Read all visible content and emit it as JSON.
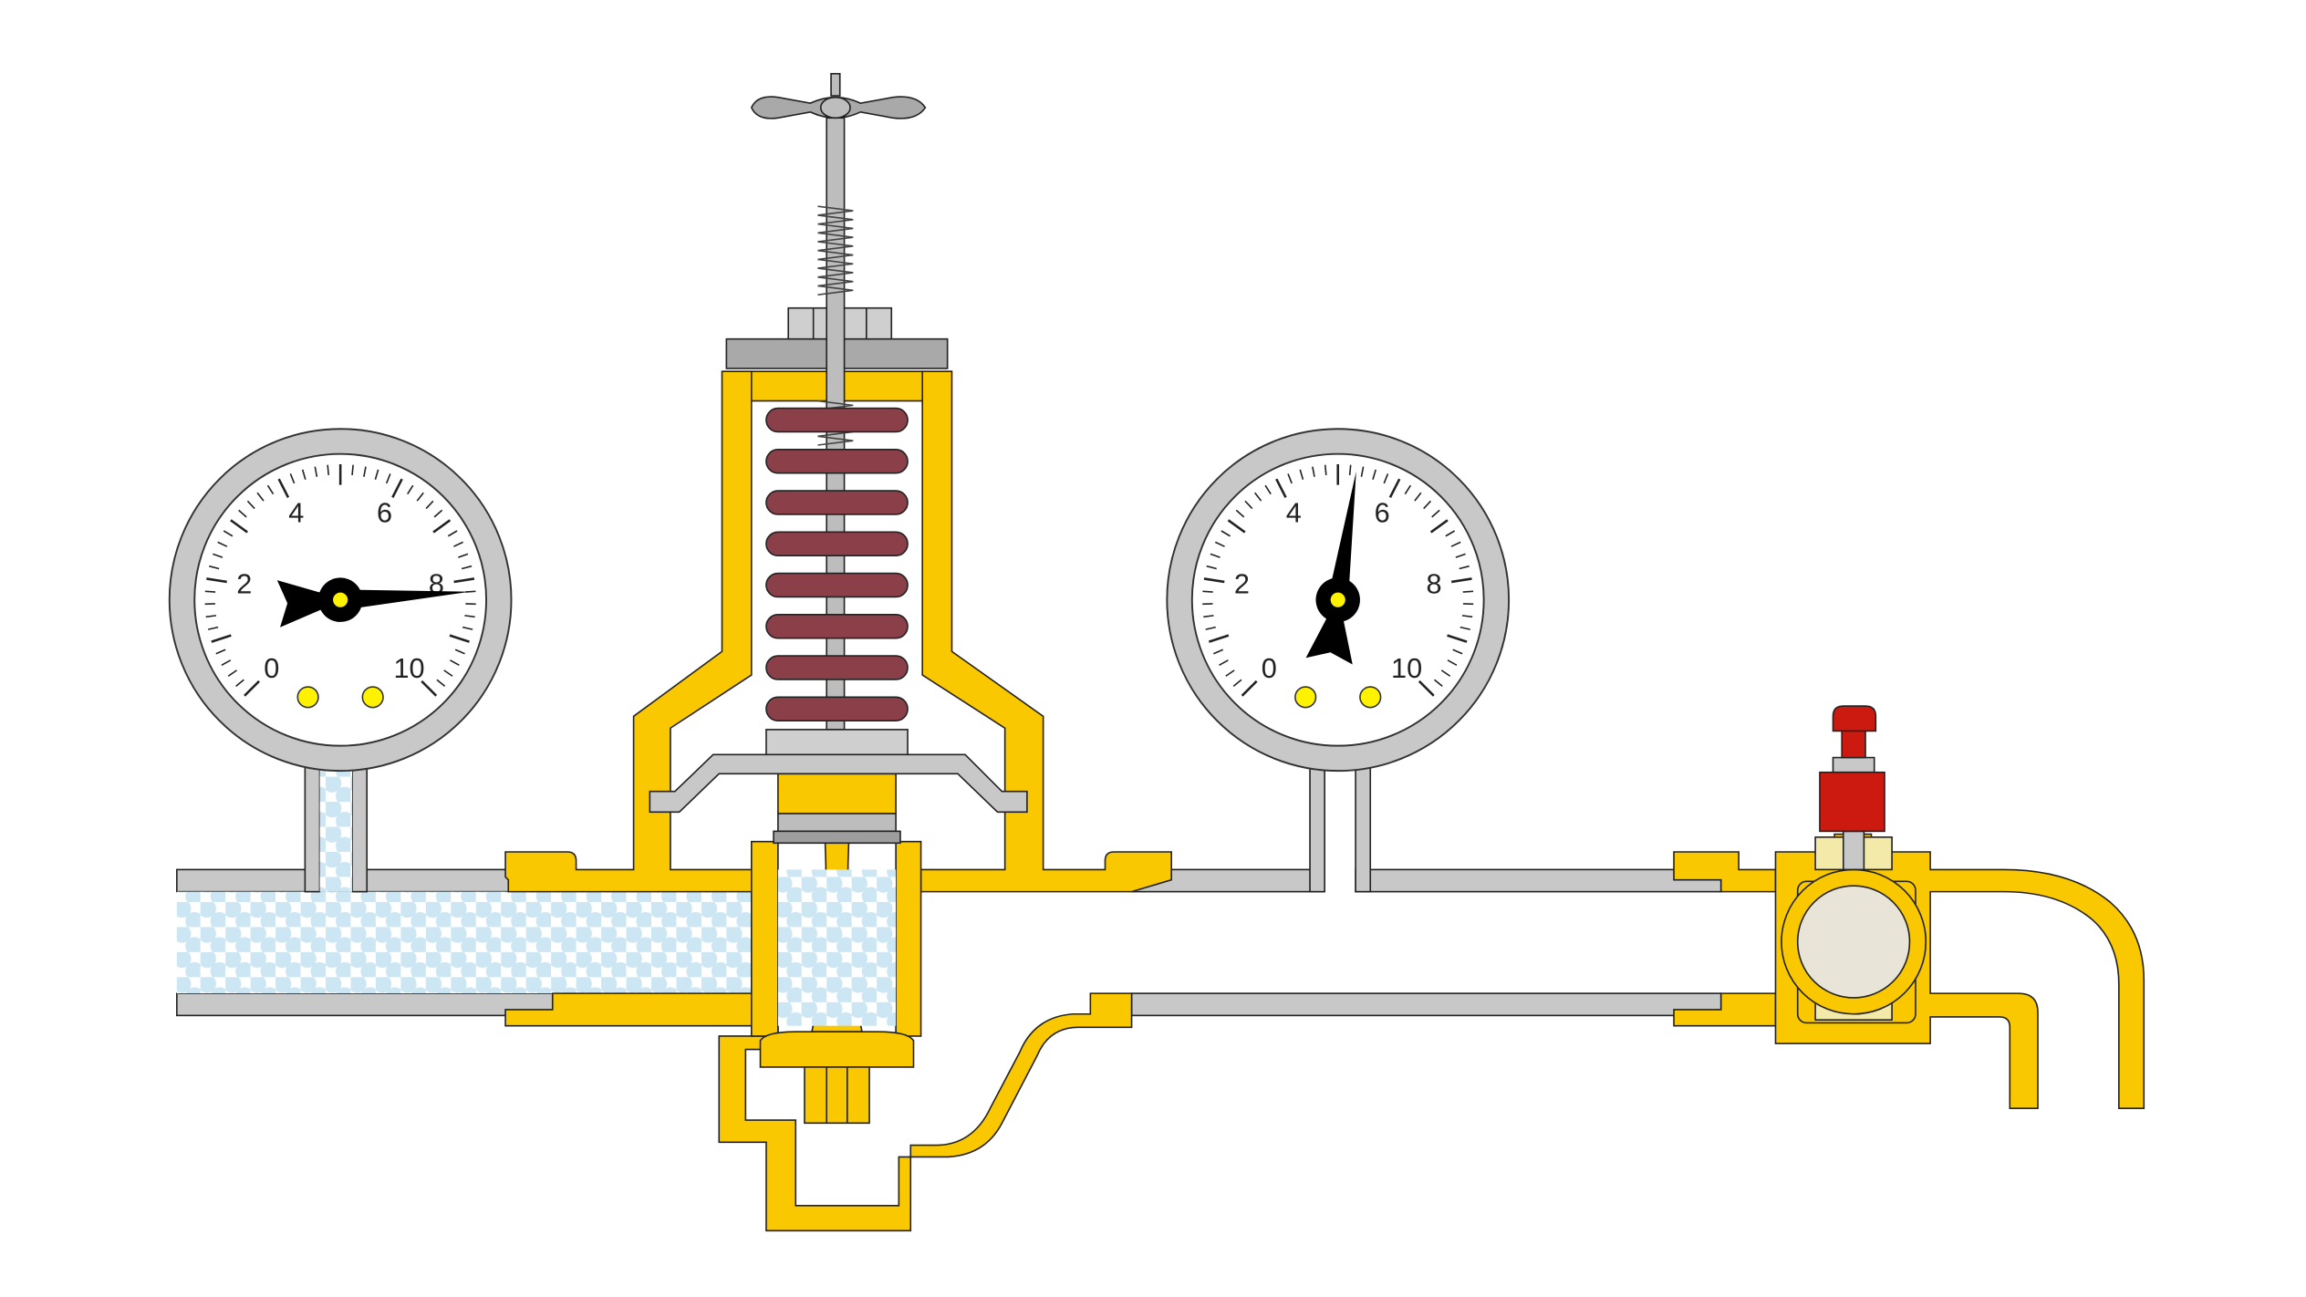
{
  "colors": {
    "brass": "#F9C800",
    "brass_outline": "#222222",
    "steel": "#C8C8C8",
    "steel_dark": "#9E9E9E",
    "spring": "#8B4049",
    "water_dot": "#CDE6F3",
    "ball": "#E8E4D8",
    "valve_cap": "#CC1A10",
    "gauge_dot": "#FFF200"
  },
  "gauges": [
    {
      "name": "inlet-pressure-gauge",
      "labels": [
        "0",
        "2",
        "4",
        "6",
        "8",
        "10"
      ],
      "reading": 8.2
    },
    {
      "name": "outlet-pressure-gauge",
      "labels": [
        "0",
        "2",
        "4",
        "6",
        "8",
        "10"
      ],
      "reading": 5.3
    }
  ],
  "icons": {
    "handwheel": "tee-handle-icon",
    "spring": "coil-spring-icon",
    "diaphragm": "diaphragm-icon",
    "ball_valve": "ball-valve-icon"
  }
}
